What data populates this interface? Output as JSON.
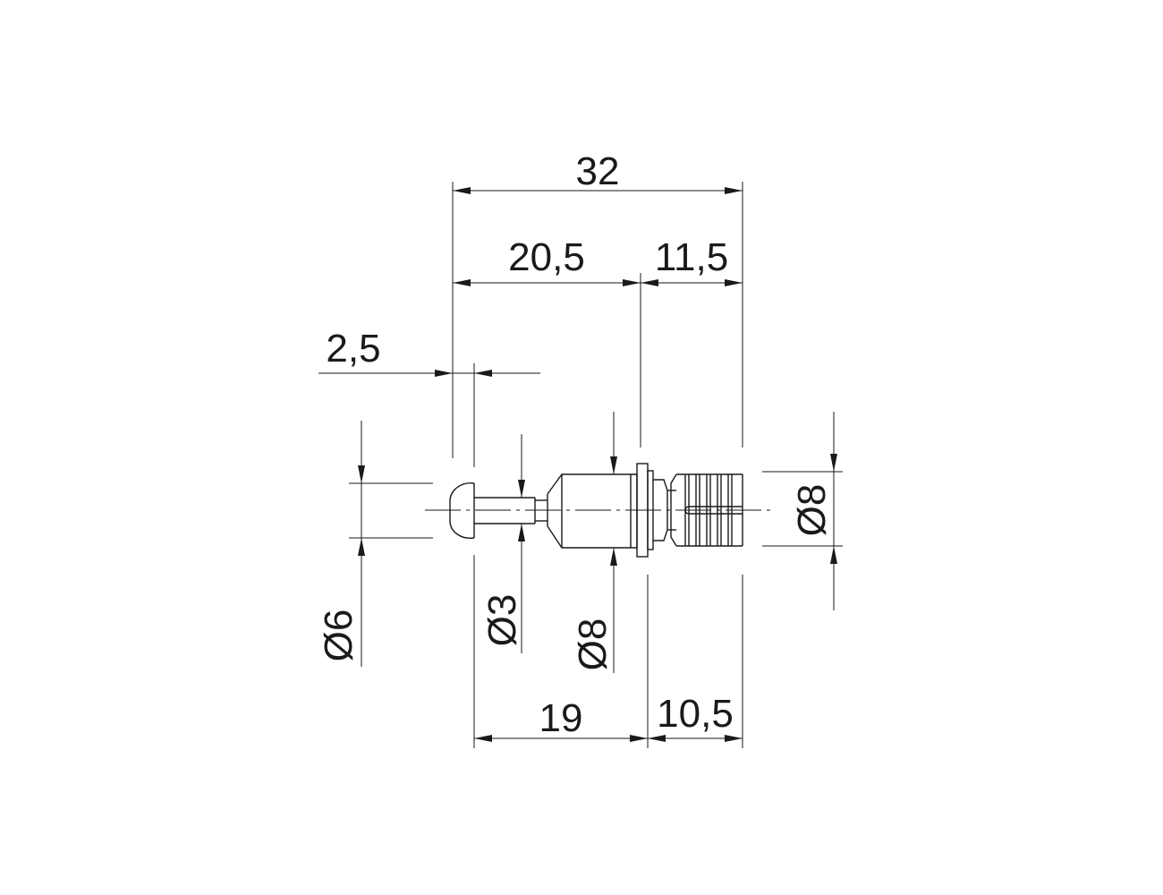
{
  "drawing": {
    "dimensions": {
      "overall_length": "32",
      "section_a_length": "20,5",
      "section_b_length": "11,5",
      "head_height": "2,5",
      "body_length": "19",
      "sleeve_length": "10,5",
      "head_diameter": "Ø6",
      "pin_diameter": "Ø3",
      "body_diameter": "Ø8",
      "sleeve_diameter": "Ø8"
    },
    "line_color": "#1a1a1a"
  }
}
